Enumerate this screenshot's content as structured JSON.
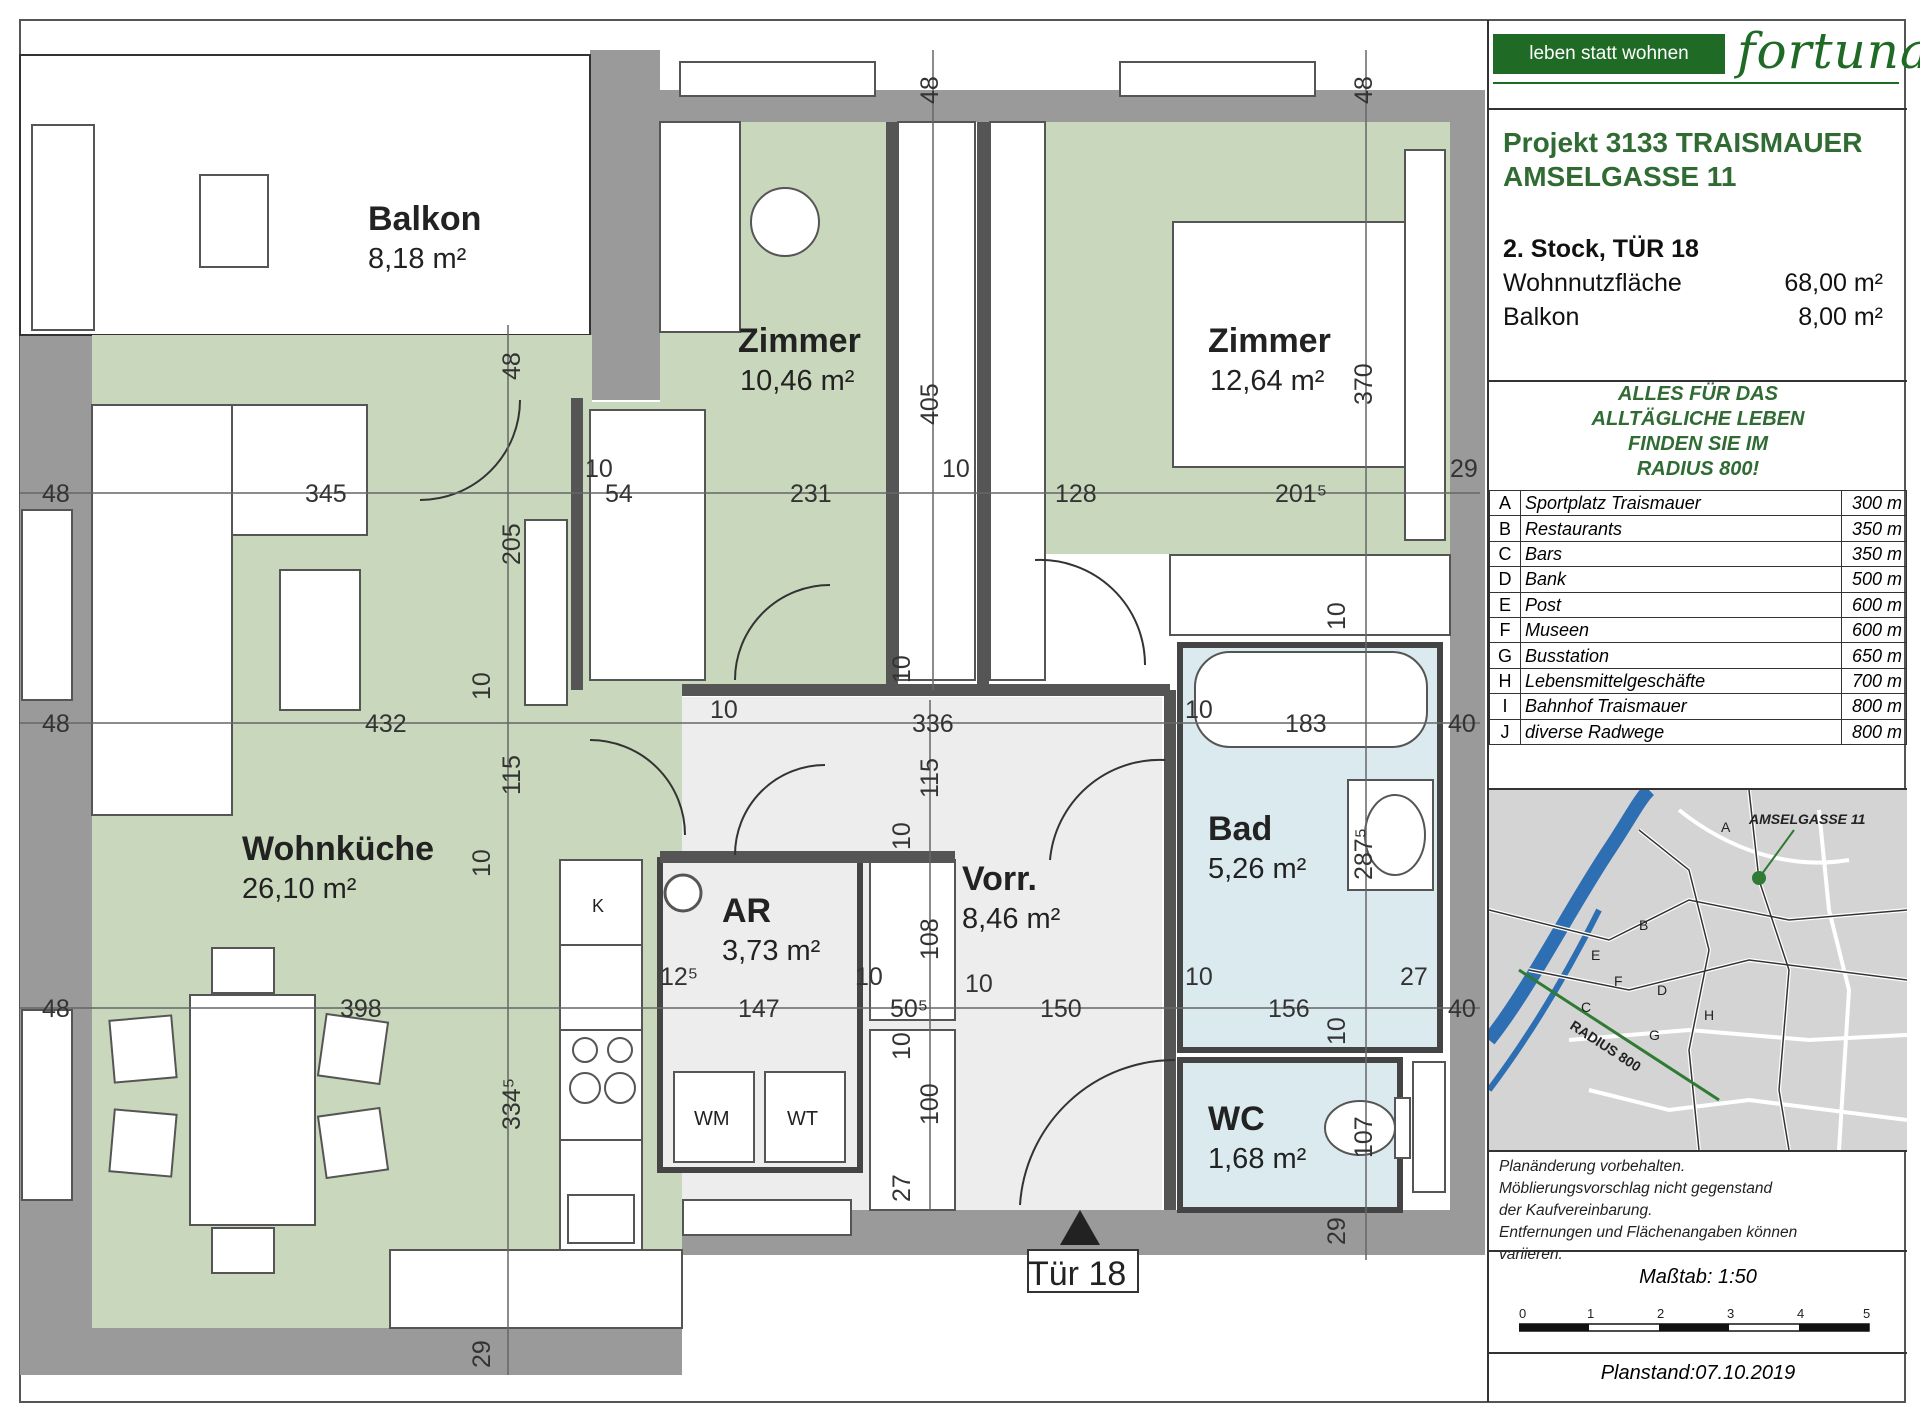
{
  "rooms": {
    "balkon": {
      "name": "Balkon",
      "area": "8,18 m²"
    },
    "zimmer1": {
      "name": "Zimmer",
      "area": "10,46 m²"
    },
    "zimmer2": {
      "name": "Zimmer",
      "area": "12,64 m²"
    },
    "wohnkueche": {
      "name": "Wohnküche",
      "area": "26,10 m²"
    },
    "ar": {
      "name": "AR",
      "area": "3,73 m²"
    },
    "vorr": {
      "name": "Vorr.",
      "area": "8,46 m²"
    },
    "bad": {
      "name": "Bad",
      "area": "5,26 m²"
    },
    "wc": {
      "name": "WC",
      "area": "1,68 m²"
    }
  },
  "fixtures": {
    "wm": "WM",
    "wt": "WT",
    "k": "K"
  },
  "door_label": "Tür 18",
  "dimensions": {
    "d48a": "48",
    "d48b": "48",
    "d48c": "48",
    "d48d": "48",
    "d48e": "48",
    "d48f": "48",
    "d345": "345",
    "d10a": "10",
    "d54": "54",
    "d231": "231",
    "d10b": "10",
    "d128": "128",
    "d2015": "201⁵",
    "d29a": "29",
    "d205": "205",
    "d405": "405",
    "d370": "370",
    "d10c": "10",
    "d10d": "10",
    "d432": "432",
    "d10e": "10",
    "d336": "336",
    "d10f": "10",
    "d183": "183",
    "d40a": "40",
    "d115a": "115",
    "d115b": "115",
    "d10g": "10",
    "d10h": "10",
    "d2875": "287⁵",
    "d108": "108",
    "d125": "12⁵",
    "d10i": "10",
    "d10j": "10",
    "d10k": "10",
    "d27a": "27",
    "d398": "398",
    "d147": "147",
    "d505": "50⁵",
    "d150": "150",
    "d156": "156",
    "d40b": "40",
    "d10l": "10",
    "d10m": "10",
    "d3345": "334⁵",
    "d100": "100",
    "d107": "107",
    "d27b": "27",
    "d29b": "29",
    "d29c": "29"
  },
  "panel": {
    "slogan": "leben statt wohnen",
    "brand": "fortuna",
    "project_line1": "Projekt 3133 TRAISMAUER",
    "project_line2": "AMSELGASSE 11",
    "floor": "2. Stock, TÜR 18",
    "wnf_label": "Wohnnutzfläche",
    "wnf_value": "68,00 m²",
    "balkon_label": "Balkon",
    "balkon_value": "8,00 m²",
    "alles": [
      "ALLES FÜR DAS",
      "ALLTÄGLICHE LEBEN",
      "FINDEN SIE IM",
      "RADIUS 800!"
    ],
    "amenities": [
      {
        "letter": "A",
        "name": "Sportplatz Traismauer",
        "dist": "300 m"
      },
      {
        "letter": "B",
        "name": "Restaurants",
        "dist": "350 m"
      },
      {
        "letter": "C",
        "name": "Bars",
        "dist": "350 m"
      },
      {
        "letter": "D",
        "name": "Bank",
        "dist": "500 m"
      },
      {
        "letter": "E",
        "name": "Post",
        "dist": "600 m"
      },
      {
        "letter": "F",
        "name": "Museen",
        "dist": "600 m"
      },
      {
        "letter": "G",
        "name": "Busstation",
        "dist": "650 m"
      },
      {
        "letter": "H",
        "name": "Lebensmittelgeschäfte",
        "dist": "700 m"
      },
      {
        "letter": "I",
        "name": "Bahnhof Traismauer",
        "dist": "800 m"
      },
      {
        "letter": "J",
        "name": "diverse Radwege",
        "dist": "800 m"
      }
    ],
    "map_label": "AMSELGASSE 11",
    "map_radius": "RADIUS 800",
    "map_letters": [
      "A",
      "B",
      "C",
      "D",
      "E",
      "F",
      "G",
      "H"
    ],
    "note": [
      "Planänderung vorbehalten.",
      "Möblierungsvorschlag nicht gegenstand",
      "der Kaufvereinbarung.",
      "Entfernungen und Flächenangaben können",
      "variieren."
    ],
    "scale": "Maßtab:  1:50",
    "scale_ticks": [
      "0",
      "1",
      "2",
      "3",
      "4",
      "5"
    ],
    "planstand": "Planstand:07.10.2019"
  },
  "colors": {
    "room_green": "#c9d8bd",
    "corridor_grey": "#ededed",
    "wet_blue": "#dbeaee",
    "wall": "#9a9a9a",
    "brand_green": "#1f6b25"
  }
}
